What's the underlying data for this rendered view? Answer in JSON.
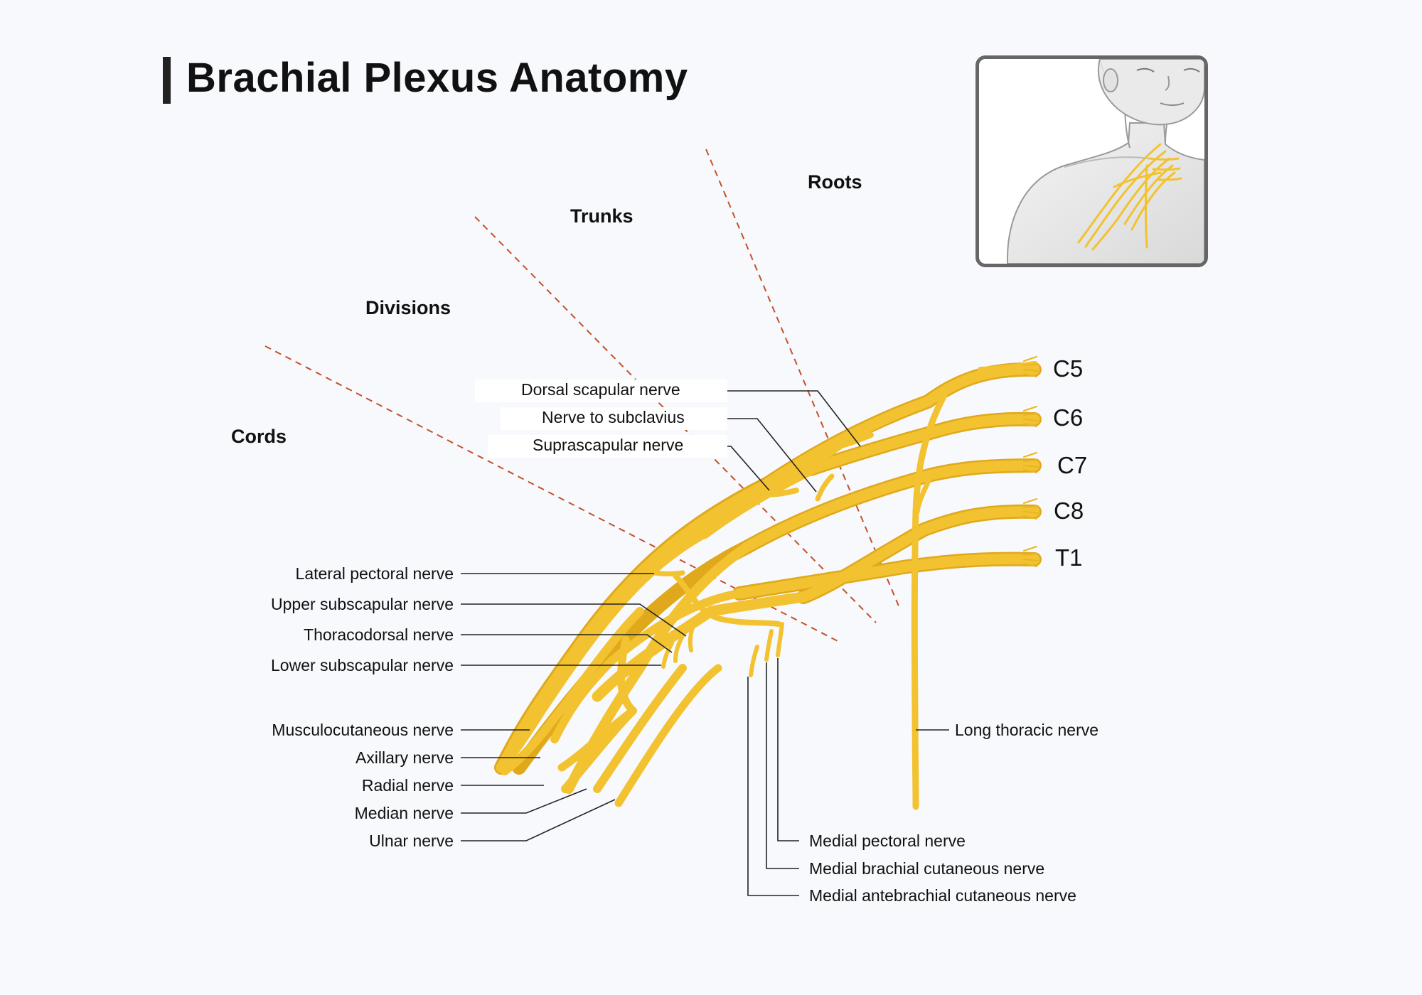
{
  "title": "Brachial Plexus Anatomy",
  "sections": {
    "roots": "Roots",
    "trunks": "Trunks",
    "divisions": "Divisions",
    "cords": "Cords"
  },
  "spinal_roots": [
    "C5",
    "C6",
    "C7",
    "C8",
    "T1"
  ],
  "nerves": {
    "dorsal_scapular": "Dorsal scapular nerve",
    "nerve_to_subclavius": "Nerve to subclavius",
    "suprascapular": "Suprascapular nerve",
    "lateral_pectoral": "Lateral pectoral nerve",
    "upper_subscapular": "Upper subscapular nerve",
    "thoracodorsal": "Thoracodorsal nerve",
    "lower_subscapular": "Lower subscapular nerve",
    "musculocutaneous": "Musculocutaneous nerve",
    "axillary": "Axillary nerve",
    "radial": "Radial nerve",
    "median": "Median nerve",
    "ulnar": "Ulnar nerve",
    "long_thoracic": "Long thoracic nerve",
    "medial_pectoral": "Medial pectoral nerve",
    "medial_brachial_cutaneous": "Medial brachial cutaneous nerve",
    "medial_antebrachial_cutaneous": "Medial antebrachial cutaneous nerve"
  },
  "colors": {
    "nerve_fill": "#f2c230",
    "nerve_edge": "#e0a91c",
    "section_divider": "#c0522a",
    "leader_line": "#222222",
    "background": "#f8f9fc"
  },
  "inset": {
    "icon": "human-torso-locator-icon"
  }
}
